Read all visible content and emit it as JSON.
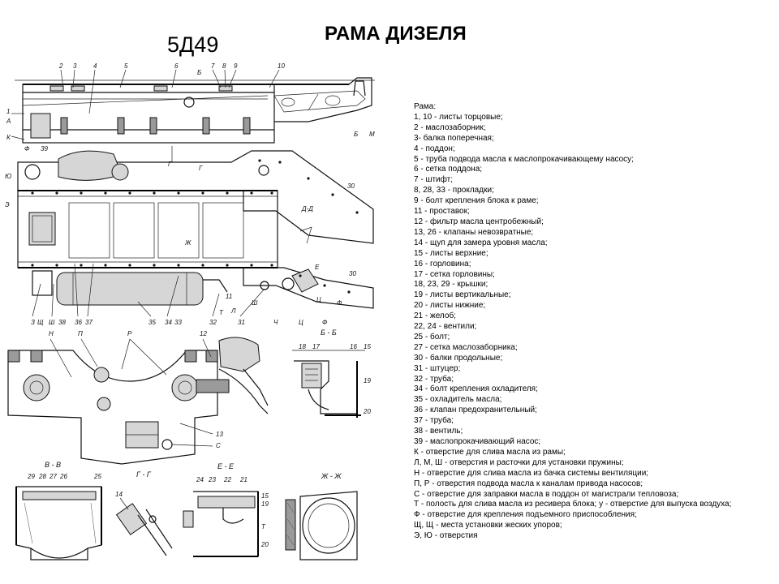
{
  "title": "РАМА ДИЗЕЛЯ",
  "model": "5Д49",
  "legend": {
    "heading": "Рама:",
    "items": [
      "1, 10 - листы торцовые;",
      "2 - маслозаборник;",
      "3- балка поперечная;",
      "4 - поддон;",
      "5 - труба подвода масла к маслопрокачивающему насосу;",
      "6 - сетка поддона;",
      "7 - штифт;",
      "8, 28, 33 - прокладки;",
      "9 - болт крепления блока к раме;",
      "11 - проставок;",
      "12 - фильтр масла центробежный;",
      "13, 26 - клапаны невозвратные;",
      "14 - щуп для замера уровня масла;",
      "15 - листы верхние;",
      "16 - горловина;",
      "17 - сетка горловины;",
      "18, 23, 29 - крышки;",
      "19 - листы вертикальные;",
      "20 - листы нижние;",
      "21 - желоб;",
      " 22, 24 - вентили;",
      "25 - болт;",
      "27 - сетка маслозаборника;",
      "30 - балки продольные;",
      "31 - штуцер;",
      "32 - труба;",
      "34 - болт крепления охладителя;",
      "35 - охладитель масла;",
      "36 - клапан предохранительный;",
      "37 - труба;",
      "38 - вентиль;",
      "39 - маслопрокачивающий насос;",
      "К - отверстие для слива масла из рамы;",
      "Л, М, Ш - отверстия и расточки для установки пружины;",
      "Н - отверстие для слива масла из бачка системы вентиляции;",
      "П, Р - отверстия подвода масла к каналам привода насосов;",
      "С - отверстие для заправки масла в поддон от магистрали тепловоза;",
      "Т - полость для слива масла из ресивера блока; у - отверстие для выпуска воздуха;",
      "Ф - отверстие для крепления подъемного приспособления;",
      "Щ, Щ - места установки жеских упоров;",
      "Э, Ю - отверстия"
    ]
  },
  "drawing": {
    "top_view_callouts": [
      "2",
      "3",
      "4",
      "5",
      "6",
      "Б",
      "7",
      "8",
      "9",
      "10",
      "1",
      "А",
      "К",
      "Б",
      "М"
    ],
    "plan_view_callouts": [
      "Ф",
      "39",
      "Ю",
      "Э",
      "Г",
      "Г",
      "30",
      "Д-Д",
      "Ж",
      "Ж",
      "Е",
      "Е",
      "30",
      "11",
      "Т",
      "Л",
      "Ш",
      "Ц",
      "Ф"
    ],
    "plan_bottom_callouts": [
      "З",
      "Щ",
      "Ш",
      "38",
      "36",
      "37",
      "35",
      "34",
      "33",
      "32",
      "31",
      "Ч",
      "Ц",
      "Ф"
    ],
    "section_a_labels": [
      "Н",
      "П",
      "Р",
      "12",
      "13",
      "С"
    ],
    "section_b_title": "Б - Б",
    "section_b_labels": [
      "18",
      "17",
      "16",
      "15",
      "19",
      "20"
    ],
    "section_v_title": "В - В",
    "section_v_labels": [
      "29",
      "28",
      "27",
      "26",
      "25"
    ],
    "section_g_title": "Г - Г",
    "section_g_labels": [
      "14"
    ],
    "section_e_title": "Е - Е",
    "section_e_labels": [
      "24",
      "23",
      "22",
      "21",
      "15",
      "19",
      "Т",
      "20"
    ],
    "section_zh_title": "Ж - Ж"
  }
}
